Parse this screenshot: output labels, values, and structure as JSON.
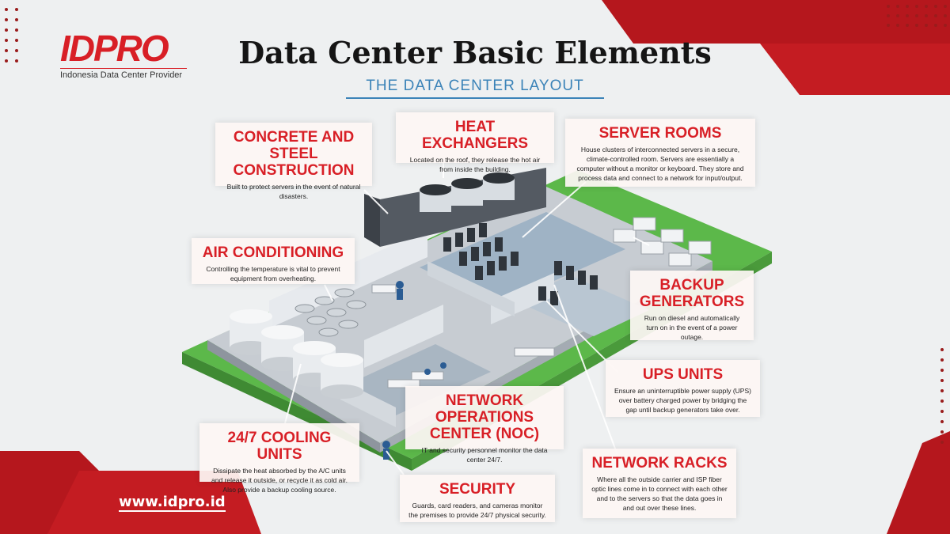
{
  "logo": {
    "mark": "IDPRO",
    "tagline": "Indonesia Data Center Provider"
  },
  "header": {
    "title": "Data Center Basic Elements",
    "subtitle": "THE DATA CENTER LAYOUT"
  },
  "callouts": {
    "concrete": {
      "title_line1": "CONCRETE AND",
      "title_line2": "STEEL CONSTRUCTION",
      "desc": "Built to protect servers in the event of natural disasters."
    },
    "heat": {
      "title": "HEAT EXCHANGERS",
      "desc": "Located on the roof, they release the hot air from inside the building."
    },
    "server": {
      "title": "SERVER ROOMS",
      "desc": "House clusters of interconnected servers in a secure, climate-controlled room. Servers are essentially a computer without a monitor or keyboard. They store and process data and connect to a network for input/output."
    },
    "air": {
      "title": "AIR CONDITIONING",
      "desc": "Controlling the temperature is vital to prevent equipment from overheating."
    },
    "backup": {
      "title_line1": "BACKUP",
      "title_line2": "GENERATORS",
      "desc": "Run on diesel and automatically turn on in the event of a power outage."
    },
    "ups": {
      "title": "UPS UNITS",
      "desc": "Ensure an uninterruptible power supply (UPS) over battery charged power by bridging the gap until backup generators take over."
    },
    "noc": {
      "title_line1": "NETWORK OPERATIONS",
      "title_line2": "CENTER (NOC)",
      "desc": "IT and security personnel monitor the data center 24/7."
    },
    "cooling": {
      "title": "24/7 COOLING UNITS",
      "desc": "Dissipate the heat absorbed by the A/C units and release it outside, or recycle it as cold air. Also provide a backup cooling source."
    },
    "racks": {
      "title": "NETWORK RACKS",
      "desc": "Where all the outside carrier and ISP fiber optic lines come in to connect with each other and to the servers so that the data goes in and out over these lines."
    },
    "security": {
      "title": "SECURITY",
      "desc": "Guards, card readers, and cameras monitor the premises to provide 24/7 physical security."
    }
  },
  "footer": {
    "url": "www.idpro.id"
  },
  "colors": {
    "brand_red": "#d81f26",
    "dark_red": "#a3161c",
    "accent_blue": "#3b83b8",
    "grass": "#5cb84a"
  }
}
